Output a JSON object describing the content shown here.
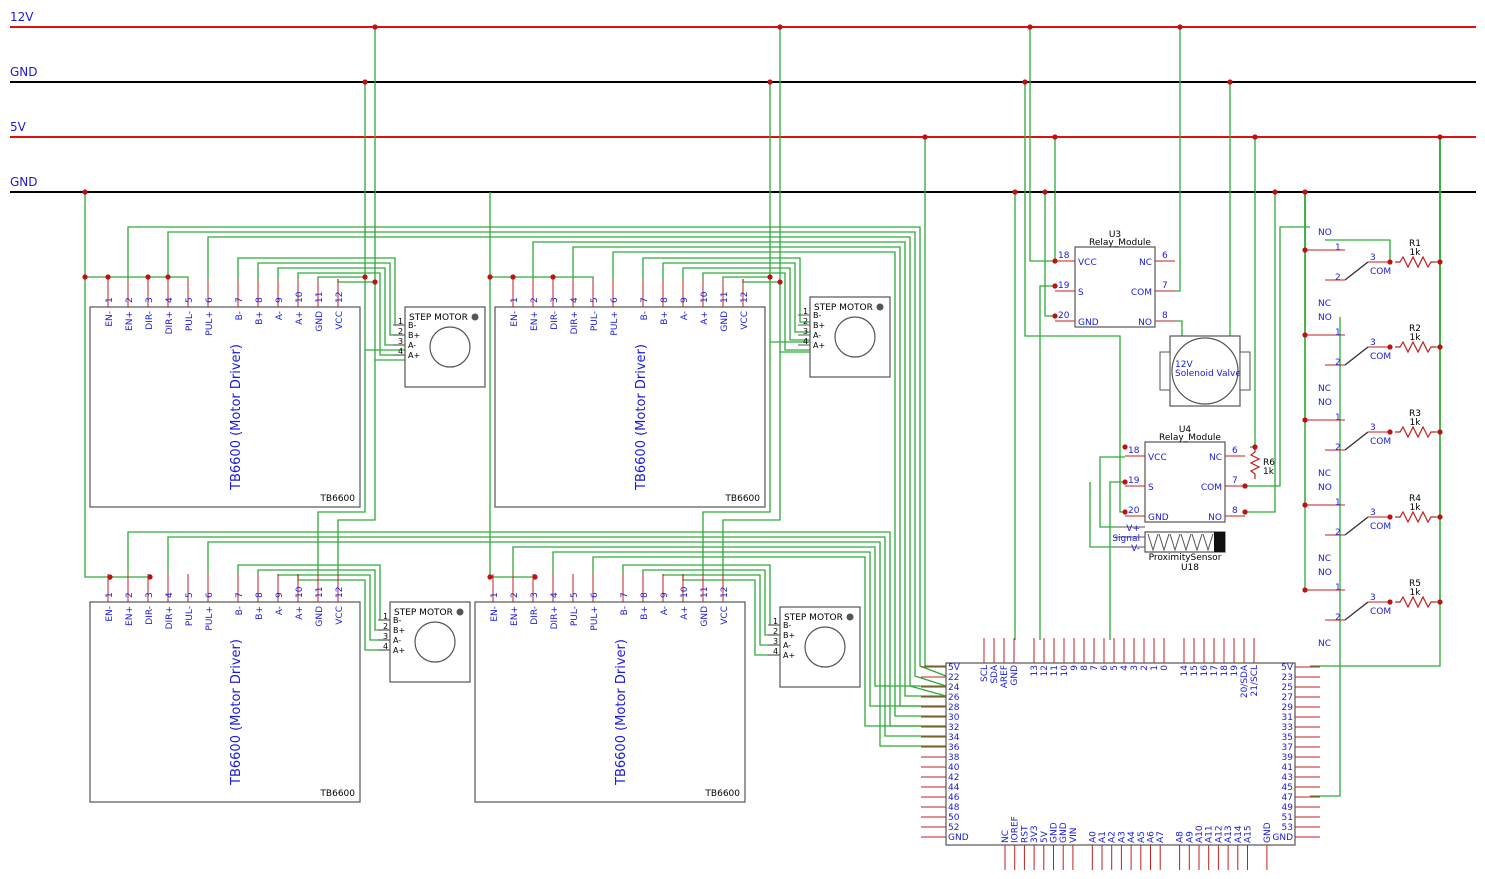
{
  "rails": [
    {
      "label": "12V",
      "color": "#dd1111"
    },
    {
      "label": "GND",
      "color": "#000000"
    },
    {
      "label": "5V",
      "color": "#dd1111"
    },
    {
      "label": "GND",
      "color": "#000000"
    }
  ],
  "driver_pins": [
    {
      "num": "1",
      "name": "EN-"
    },
    {
      "num": "2",
      "name": "EN+"
    },
    {
      "num": "3",
      "name": "DIR-"
    },
    {
      "num": "4",
      "name": "DIR+"
    },
    {
      "num": "5",
      "name": "PUL-"
    },
    {
      "num": "6",
      "name": "PUL+"
    },
    {
      "num": "7",
      "name": "B-"
    },
    {
      "num": "8",
      "name": "B+"
    },
    {
      "num": "9",
      "name": "A-"
    },
    {
      "num": "10",
      "name": "A+"
    },
    {
      "num": "11",
      "name": "GND"
    },
    {
      "num": "12",
      "name": "VCC"
    }
  ],
  "driver_title": "TB6600 (Motor Driver)",
  "driver_ref": "TB6600",
  "motor": {
    "title": "STEP MOTOR",
    "pins": [
      {
        "num": "1",
        "name": "B-"
      },
      {
        "num": "2",
        "name": "B+"
      },
      {
        "num": "3",
        "name": "A-"
      },
      {
        "num": "4",
        "name": "A+"
      }
    ]
  },
  "relay_u3": {
    "ref": "U3",
    "name": "Relay_Module",
    "left": [
      {
        "num": "18",
        "name": "VCC"
      },
      {
        "num": "19",
        "name": "S"
      },
      {
        "num": "20",
        "name": "GND"
      }
    ],
    "right": [
      {
        "num": "6",
        "name": "NC"
      },
      {
        "num": "7",
        "name": "COM"
      },
      {
        "num": "8",
        "name": "NO"
      }
    ]
  },
  "relay_u4": {
    "ref": "U4",
    "name": "Relay_Module",
    "left": [
      {
        "num": "18",
        "name": "VCC"
      },
      {
        "num": "19",
        "name": "S"
      },
      {
        "num": "20",
        "name": "GND"
      }
    ],
    "right": [
      {
        "num": "6",
        "name": "NC"
      },
      {
        "num": "7",
        "name": "COM"
      },
      {
        "num": "8",
        "name": "NO"
      }
    ]
  },
  "valve": {
    "line1": "12V",
    "line2": "Solenoid Valve"
  },
  "r6": {
    "ref": "R6",
    "value": "1k"
  },
  "prox": {
    "pins": [
      "V+",
      "Signal",
      "V-"
    ],
    "name": "ProximitySensor",
    "ref": "U18"
  },
  "switches": [
    {
      "ref": "R1",
      "value": "1k"
    },
    {
      "ref": "R2",
      "value": "1k"
    },
    {
      "ref": "R3",
      "value": "1k"
    },
    {
      "ref": "R4",
      "value": "1k"
    },
    {
      "ref": "R5",
      "value": "1k"
    }
  ],
  "switch_labels": {
    "no": "NO",
    "nc": "NC",
    "com": "COM",
    "p1": "1",
    "p2": "2",
    "p3": "3"
  },
  "mega": {
    "left": [
      "5V",
      "22",
      "24",
      "26",
      "28",
      "30",
      "32",
      "34",
      "36",
      "38",
      "40",
      "42",
      "44",
      "46",
      "48",
      "50",
      "52",
      "GND"
    ],
    "right": [
      "5V",
      "23",
      "25",
      "27",
      "29",
      "31",
      "33",
      "35",
      "37",
      "39",
      "41",
      "43",
      "45",
      "47",
      "49",
      "51",
      "53",
      "GND"
    ],
    "top": [
      "SCL",
      "SDA",
      "AREF",
      "GND",
      "",
      "13",
      "12",
      "11",
      "10",
      "9",
      "8",
      "7",
      "6",
      "5",
      "4",
      "3",
      "2",
      "1",
      "0",
      "",
      "14",
      "15",
      "16",
      "17",
      "18",
      "19",
      "20/SDA",
      "21/SCL"
    ],
    "bottom": [
      "NC",
      "IOREF",
      "RST",
      "3V3",
      "5V",
      "GND",
      "GND",
      "VIN",
      "",
      "A0",
      "A1",
      "A2",
      "A3",
      "A4",
      "A5",
      "A6",
      "A7",
      "",
      "A8",
      "A9",
      "A10",
      "A11",
      "A12",
      "A13",
      "A14",
      "A15",
      "",
      "GND"
    ]
  }
}
